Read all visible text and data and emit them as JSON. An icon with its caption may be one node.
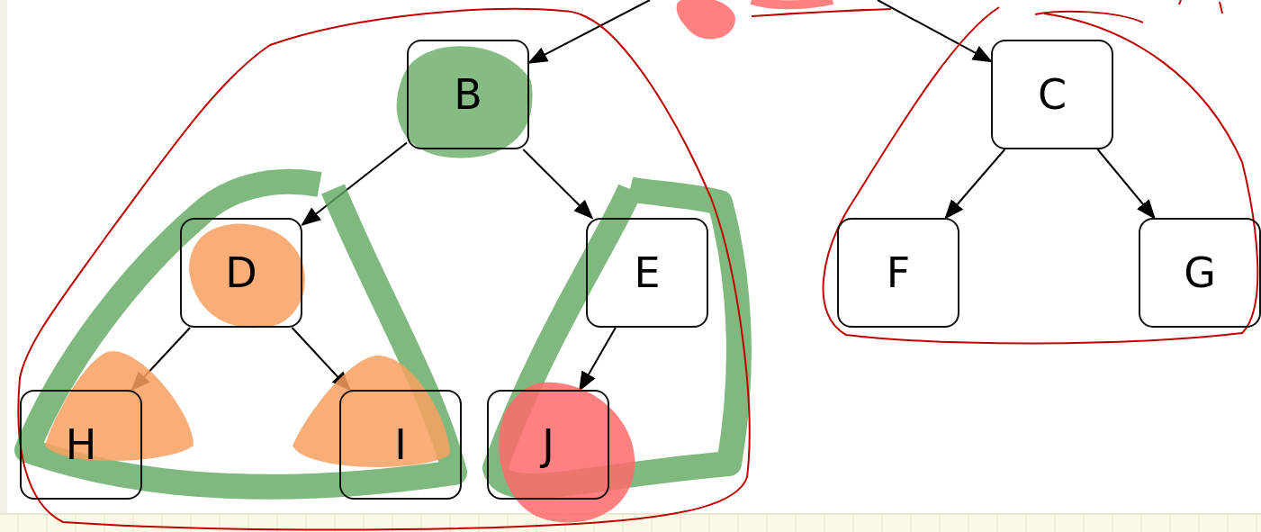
{
  "diagram": {
    "nodes": [
      {
        "text": [
          "B"
        ]
      },
      {
        "text": [
          "C"
        ]
      },
      {
        "text": [
          "D"
        ]
      },
      {
        "text": [
          "E"
        ]
      },
      {
        "text": [
          "F"
        ]
      },
      {
        "text": [
          "G"
        ]
      },
      {
        "text": [
          "H"
        ]
      },
      {
        "text": [
          "I"
        ]
      },
      {
        "text": [
          "J"
        ]
      }
    ],
    "edges": [
      {
        "from": null,
        "to": 0,
        "arrow": "to"
      },
      {
        "from": null,
        "to": 1,
        "arrow": "to"
      },
      {
        "from": 0,
        "to": 2,
        "arrow": "to"
      },
      {
        "from": 0,
        "to": 3,
        "arrow": "to"
      },
      {
        "from": 1,
        "to": 4,
        "arrow": "to"
      },
      {
        "from": 1,
        "to": 5,
        "arrow": "to"
      },
      {
        "from": 2,
        "to": 6,
        "arrow": "to"
      },
      {
        "from": 2,
        "to": 7,
        "arrow": "to"
      },
      {
        "from": 3,
        "to": 8,
        "arrow": "to"
      }
    ]
  }
}
